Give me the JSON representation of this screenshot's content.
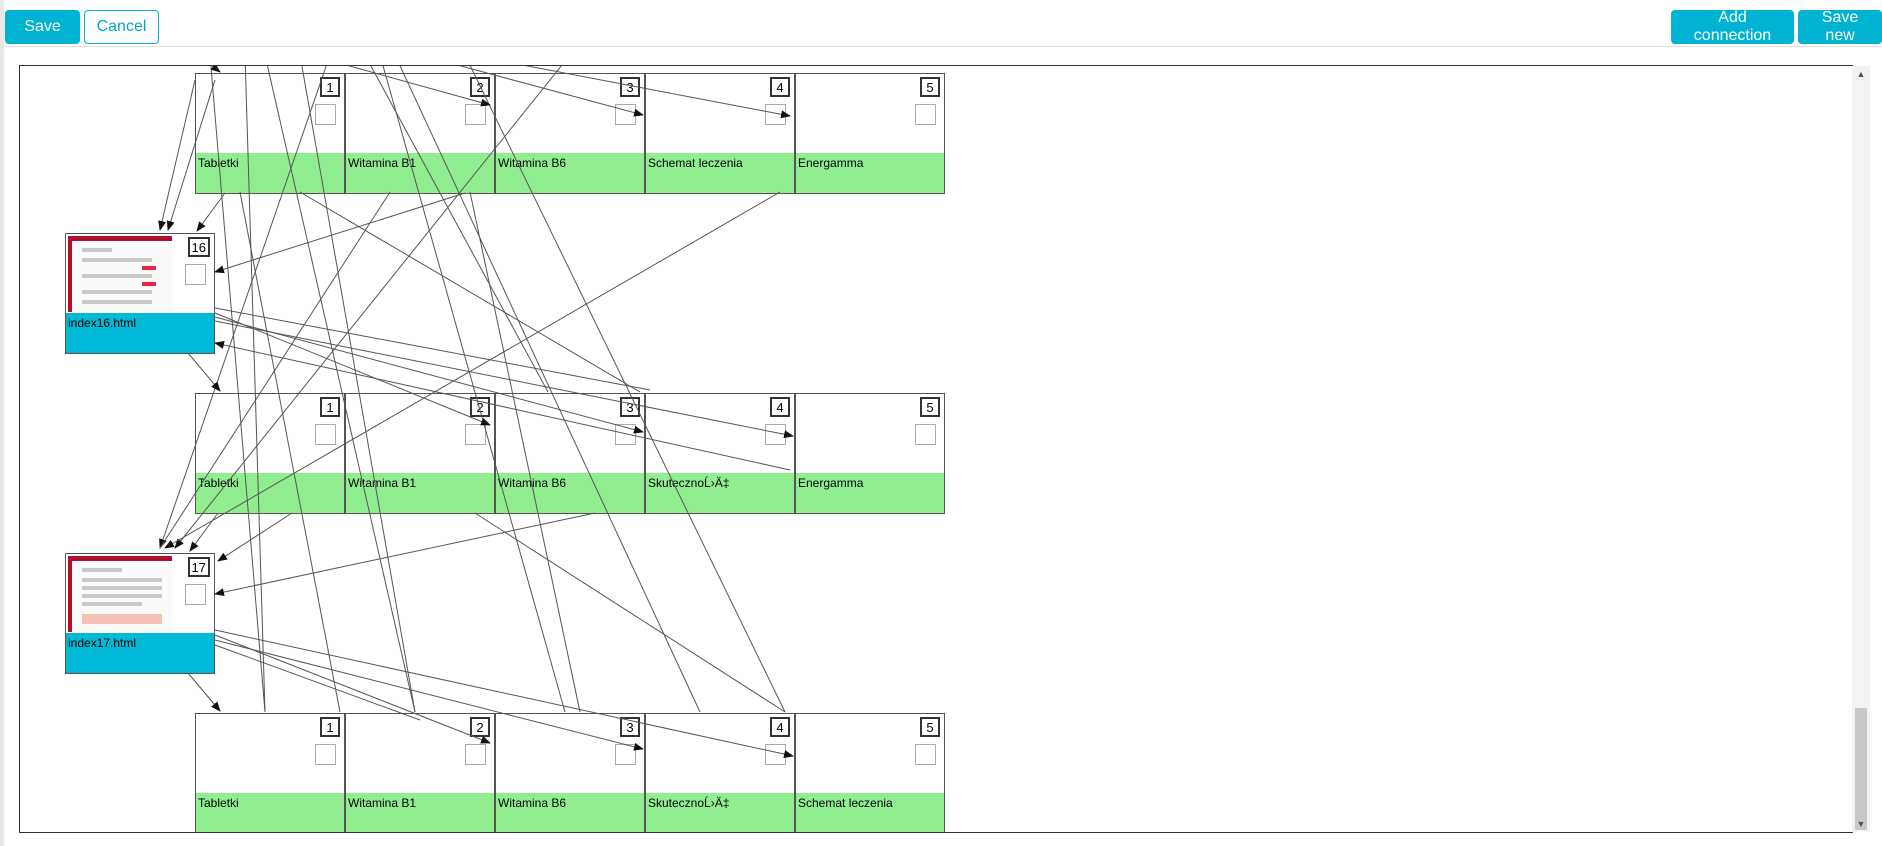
{
  "toolbar": {
    "save_label": "Save",
    "cancel_label": "Cancel",
    "add_connection_label": "Add connection",
    "save_new_label": "Save new"
  },
  "colors": {
    "accent": "#00b3d3",
    "answer_label_bg": "#90ee90",
    "page_label_bg": "#00b9d6"
  },
  "rows": [
    {
      "nodes": [
        {
          "num": "1",
          "label": "Tabletki"
        },
        {
          "num": "2",
          "label": "Witamina B1"
        },
        {
          "num": "3",
          "label": "Witamina B6"
        },
        {
          "num": "4",
          "label": "Schemat leczenia"
        },
        {
          "num": "5",
          "label": "Energamma"
        }
      ]
    },
    {
      "nodes": [
        {
          "num": "1",
          "label": "Tabletki"
        },
        {
          "num": "2",
          "label": "Witamina B1"
        },
        {
          "num": "3",
          "label": "Witamina B6"
        },
        {
          "num": "4",
          "label": "SkutecznoĹ›Ä‡"
        },
        {
          "num": "5",
          "label": "Energamma"
        }
      ]
    },
    {
      "nodes": [
        {
          "num": "1",
          "label": "Tabletki"
        },
        {
          "num": "2",
          "label": "Witamina B1"
        },
        {
          "num": "3",
          "label": "Witamina B6"
        },
        {
          "num": "4",
          "label": "SkutecznoĹ›Ä‡"
        },
        {
          "num": "5",
          "label": "Schemat leczenia"
        }
      ]
    }
  ],
  "pages": [
    {
      "num": "16",
      "label": "index16.html"
    },
    {
      "num": "17",
      "label": "index17.html"
    }
  ]
}
